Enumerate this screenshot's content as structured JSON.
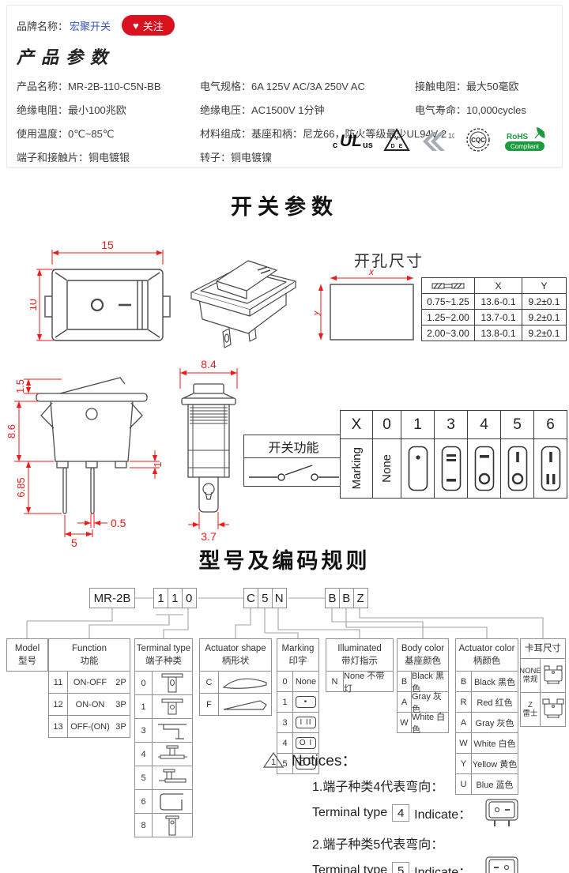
{
  "colors": {
    "accent_red": "#d9121f",
    "dim_red": "#f01919",
    "link_blue": "#3a54c0",
    "line_gray": "#a3a3a3",
    "draw_gray": "#4a4a4a"
  },
  "header": {
    "brand_label": "品牌名称：",
    "brand_name": "宏聚开关",
    "follow_heart": "♥",
    "follow_label": "关注"
  },
  "product_params": {
    "title": "产品参数",
    "items": [
      {
        "label": "产品名称：",
        "value": "MR-2B-110-C5N-BB"
      },
      {
        "label": "电气规格：",
        "value": "6A 125V AC/3A 250V AC"
      },
      {
        "label": "接触电阻：",
        "value": "最大50毫欧"
      },
      {
        "label": "绝缘电阻：",
        "value": "最小100兆欧"
      },
      {
        "label": "绝缘电压：",
        "value": "AC1500V 1分钟"
      },
      {
        "label": "电气寿命：",
        "value": "10,000cycles"
      },
      {
        "label": "使用温度：",
        "value": "0℃~85℃"
      },
      {
        "label": "材料组成：",
        "value": "基座和柄：尼龙66，防火等级最少UL94V-2"
      },
      {
        "label": "端子和接触片：",
        "value": "铜电镀银"
      },
      {
        "label": "转子：",
        "value": "铜电镀镍"
      }
    ]
  },
  "certs": {
    "cul": {
      "prefix": "c",
      "main": "UL",
      "suffix": "us"
    },
    "vde": {
      "l1": "V",
      "l2": "D",
      "l3": "E"
    },
    "enec": {
      "num": "10"
    },
    "cqc": {
      "label": "CQC"
    },
    "rohs": {
      "line1": "RoHS",
      "line2": "Compliant"
    }
  },
  "switch_params": {
    "title": "开关参数",
    "front_view": {
      "dim_width": "15",
      "dim_height": "10"
    },
    "hole": {
      "title": "开孔尺寸",
      "dim_x": "x",
      "dim_y": "y",
      "table": {
        "col_x": "X",
        "col_y": "Y",
        "rows": [
          [
            "0.75~1.25",
            "13.6-0.1",
            "9.2±0.1"
          ],
          [
            "1.25~2.00",
            "13.7-0.1",
            "9.2±0.1"
          ],
          [
            "2.00~3.00",
            "13.8-0.1",
            "9.2±0.1"
          ]
        ]
      }
    },
    "side_view": {
      "dim_rocker": "1.5",
      "dim_body": "8.6",
      "dim_pin": "6.85",
      "dim_stub": "1",
      "dim_pin_w": "0.5",
      "dim_pitch": "5"
    },
    "end_view": {
      "dim_width": "8.4",
      "dim_term": "3.7"
    },
    "function_box": {
      "title": "开关功能"
    },
    "marking_table": {
      "header": [
        "X",
        "0",
        "1",
        "3",
        "4",
        "5",
        "6"
      ],
      "row_label": "Marking",
      "none_label": "None"
    }
  },
  "coding": {
    "title": "型号及编码规则",
    "code": {
      "model": "MR-2B",
      "group1": [
        "1",
        "1",
        "0"
      ],
      "group2": [
        "C",
        "5",
        "N"
      ],
      "group3": [
        "B",
        "B",
        "Z"
      ]
    },
    "model_box": {
      "en": "Model",
      "zh": "型号"
    },
    "function": {
      "en": "Function",
      "zh": "功能",
      "rows": [
        [
          "11",
          "ON-OFF",
          "2P"
        ],
        [
          "12",
          "ON-ON",
          "3P"
        ],
        [
          "13",
          "OFF-(ON)",
          "3P"
        ]
      ]
    },
    "terminal": {
      "en": "Terminal type",
      "zh": "端子种类",
      "codes": [
        "0",
        "1",
        "3",
        "4",
        "5",
        "6",
        "8"
      ]
    },
    "actuator_shape": {
      "en": "Actuator shape",
      "zh": "柄形状",
      "codes": [
        "C",
        "F"
      ]
    },
    "marking": {
      "en": "Marking",
      "zh": "印字",
      "rows": [
        [
          "0",
          "None"
        ],
        [
          "1",
          "•"
        ],
        [
          "3",
          "I II"
        ],
        [
          "4",
          "O I"
        ],
        [
          "5",
          "O -"
        ]
      ]
    },
    "illuminated": {
      "en": "Illuminated",
      "zh": "带灯指示",
      "rows": [
        [
          "N",
          "None 不带灯"
        ]
      ]
    },
    "body_color": {
      "en": "Body color",
      "zh": "基座颜色",
      "rows": [
        [
          "B",
          "Black 黑色"
        ],
        [
          "A",
          "Gray 灰色"
        ],
        [
          "W",
          "White 白色"
        ]
      ]
    },
    "actuator_color": {
      "en": "Actuator color",
      "zh": "柄颜色",
      "rows": [
        [
          "B",
          "Black 黑色"
        ],
        [
          "R",
          "Red 红色"
        ],
        [
          "A",
          "Gray 灰色"
        ],
        [
          "W",
          "White 白色"
        ],
        [
          "Y",
          "Yellow 黄色"
        ],
        [
          "U",
          "Blue 蓝色"
        ]
      ]
    },
    "ear": {
      "zh": "卡耳尺寸",
      "rows": [
        [
          "NONE",
          "常规"
        ],
        [
          "Z",
          "雷士"
        ]
      ]
    }
  },
  "notices": {
    "marker": "1",
    "title": "Notices：",
    "item1": "1.端子种类4代表弯向：",
    "term_label": "Terminal type",
    "code1": "4",
    "indicate": "Indicate：",
    "item2": "2.端子种类5代表弯向：",
    "code2": "5"
  }
}
